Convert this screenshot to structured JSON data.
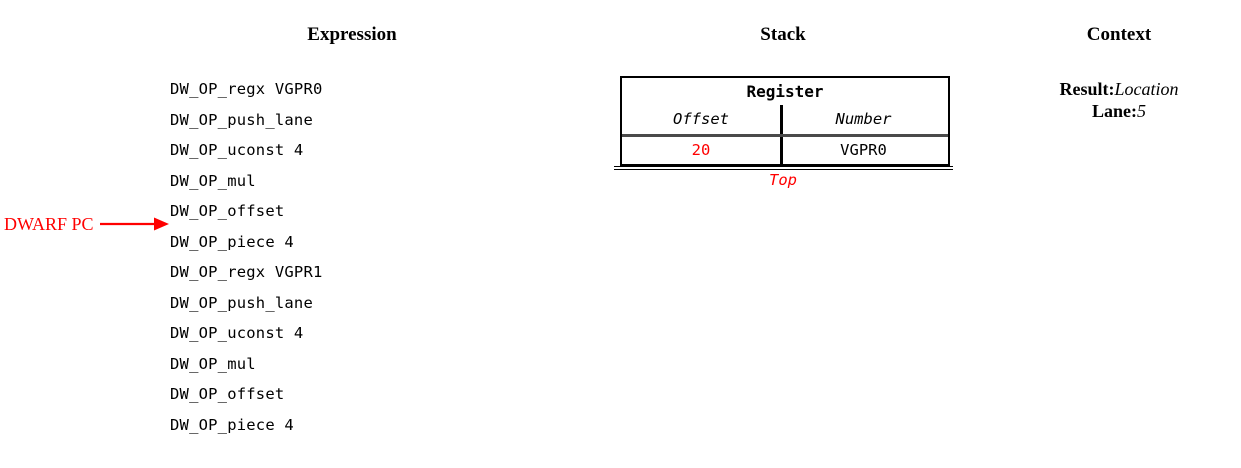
{
  "headings": {
    "expression": "Expression",
    "stack": "Stack",
    "context": "Context"
  },
  "expression": {
    "lines": [
      "DW_OP_regx VGPR0",
      "DW_OP_push_lane",
      "DW_OP_uconst 4",
      "DW_OP_mul",
      "DW_OP_offset",
      "DW_OP_piece 4",
      "DW_OP_regx VGPR1",
      "DW_OP_push_lane",
      "DW_OP_uconst 4",
      "DW_OP_mul",
      "DW_OP_offset",
      "DW_OP_piece 4"
    ],
    "pc_marker": {
      "label": "DWARF PC",
      "points_to_line_index": 5,
      "color": "#ff0000"
    }
  },
  "stack": {
    "title": "Register",
    "columns": [
      "Offset",
      "Number"
    ],
    "rows": [
      {
        "offset": "20",
        "number": "VGPR0",
        "offset_color": "#ff0000"
      }
    ],
    "top_label": "Top",
    "top_label_color": "#ff0000"
  },
  "context": {
    "entries": [
      {
        "key": "Result:",
        "value": "Location"
      },
      {
        "key": "Lane:",
        "value": "5"
      }
    ]
  },
  "colors": {
    "background": "#ffffff",
    "text": "#000000",
    "accent_red": "#ff0000",
    "rule_gray": "#4a4a4a"
  }
}
